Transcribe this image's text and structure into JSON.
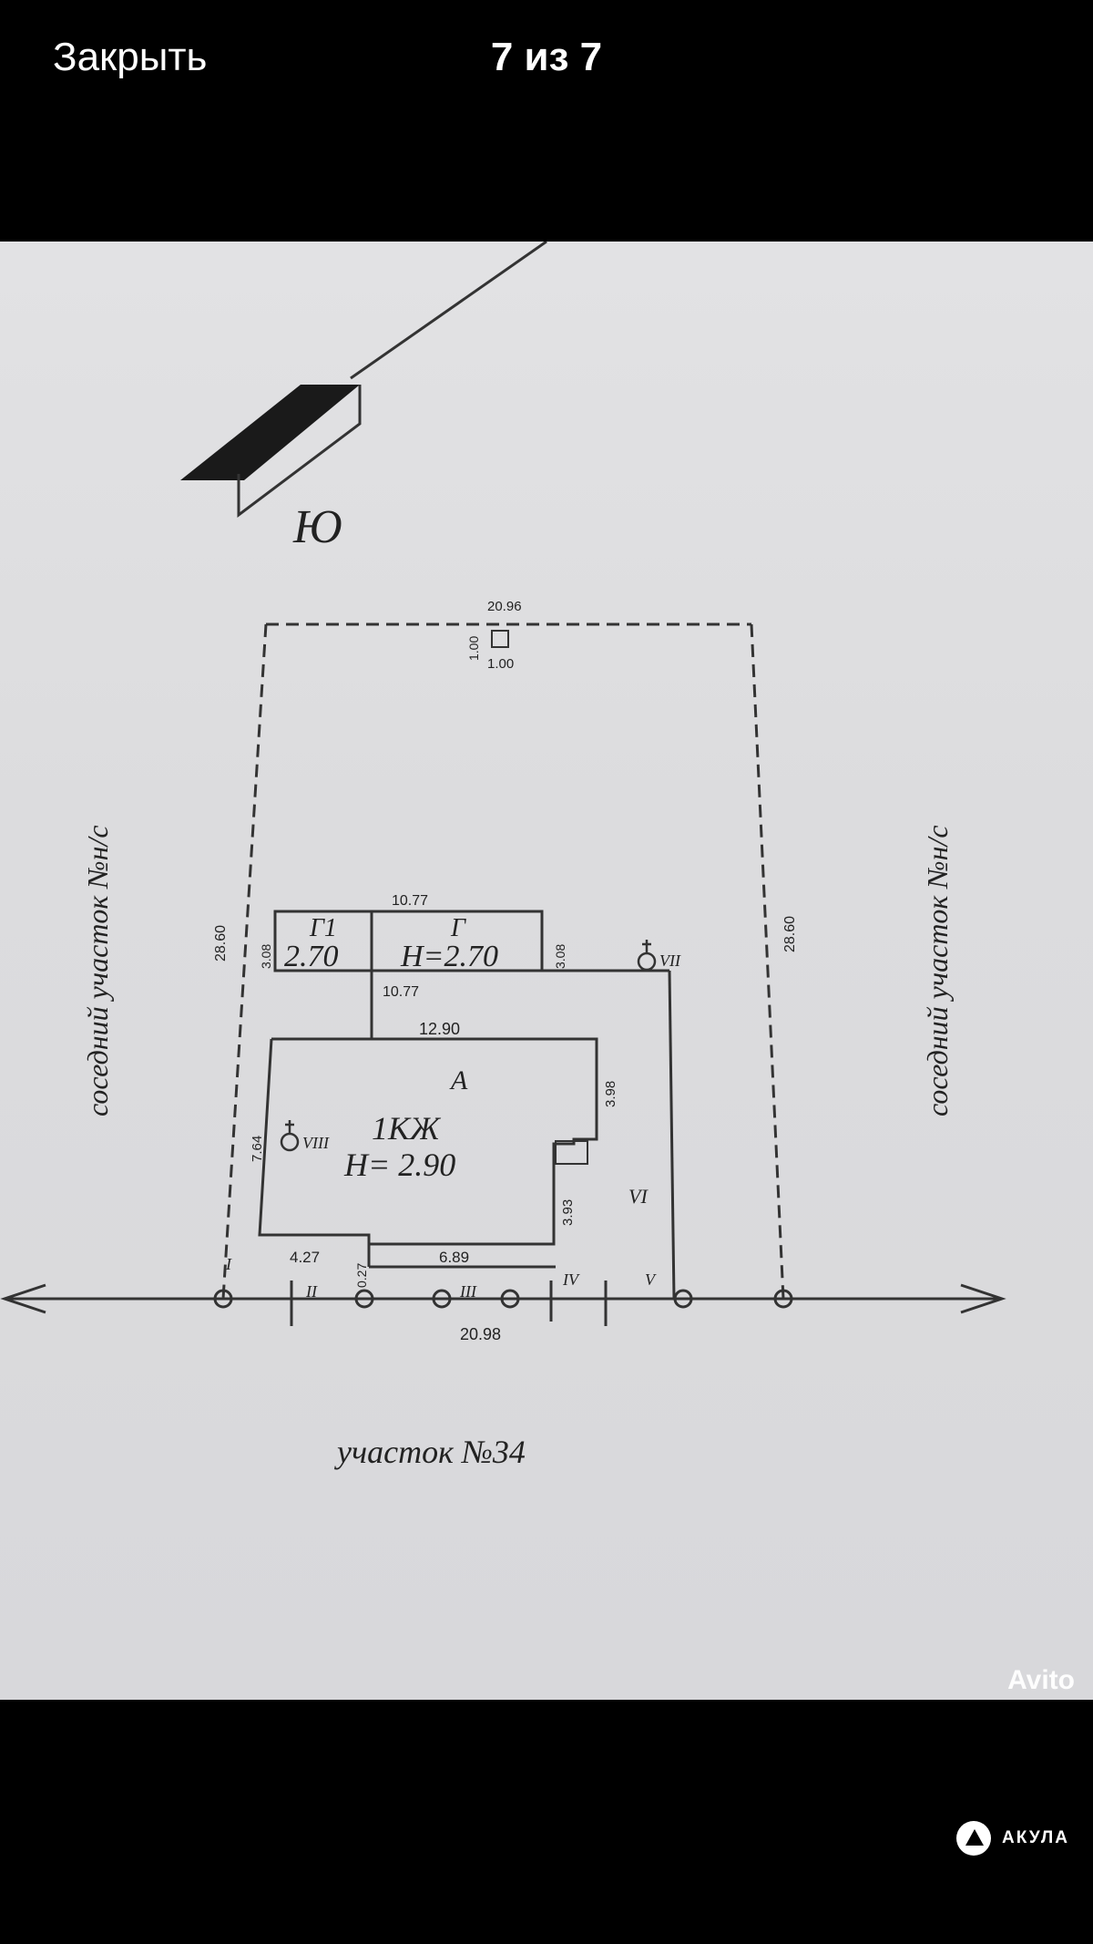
{
  "viewer": {
    "close_label": "Закрыть",
    "counter": "7 из 7"
  },
  "plan": {
    "orientation_letter": "Ю",
    "neighbor_left": "соседний участок №н/с",
    "neighbor_right": "соседний участок №н/с",
    "bottom_label": "участок №34",
    "top_dim": "20.96",
    "bottom_dim": "20.98",
    "left_dim": "28.60",
    "right_dim": "28.60",
    "small_box_w": "1.00",
    "small_box_h": "1.00",
    "garage_top_dim": "10.77",
    "garage_bottom_dim": "10.77",
    "garage_left_h": "3.08",
    "garage_right_h": "3.08",
    "g1_name": "Г1",
    "g1_height": "2.70",
    "g_name": "Г",
    "g_height": "Н=2.70",
    "house_top_dim": "12.90",
    "house_letter": "А",
    "house_right_dim": "3.98",
    "house_left_dim": "7.64",
    "house_type": "1КЖ",
    "house_height": "Н= 2.90",
    "house_notch_dim": "3.93",
    "step_dim": "0.27",
    "front_dim": "4.27",
    "front_dim2": "6.89",
    "point_labels": [
      "I",
      "II",
      "III",
      "IV",
      "V",
      "VI",
      "VII",
      "VIII"
    ]
  },
  "watermarks": {
    "avito": "Avito",
    "akula": "АКУЛА"
  }
}
